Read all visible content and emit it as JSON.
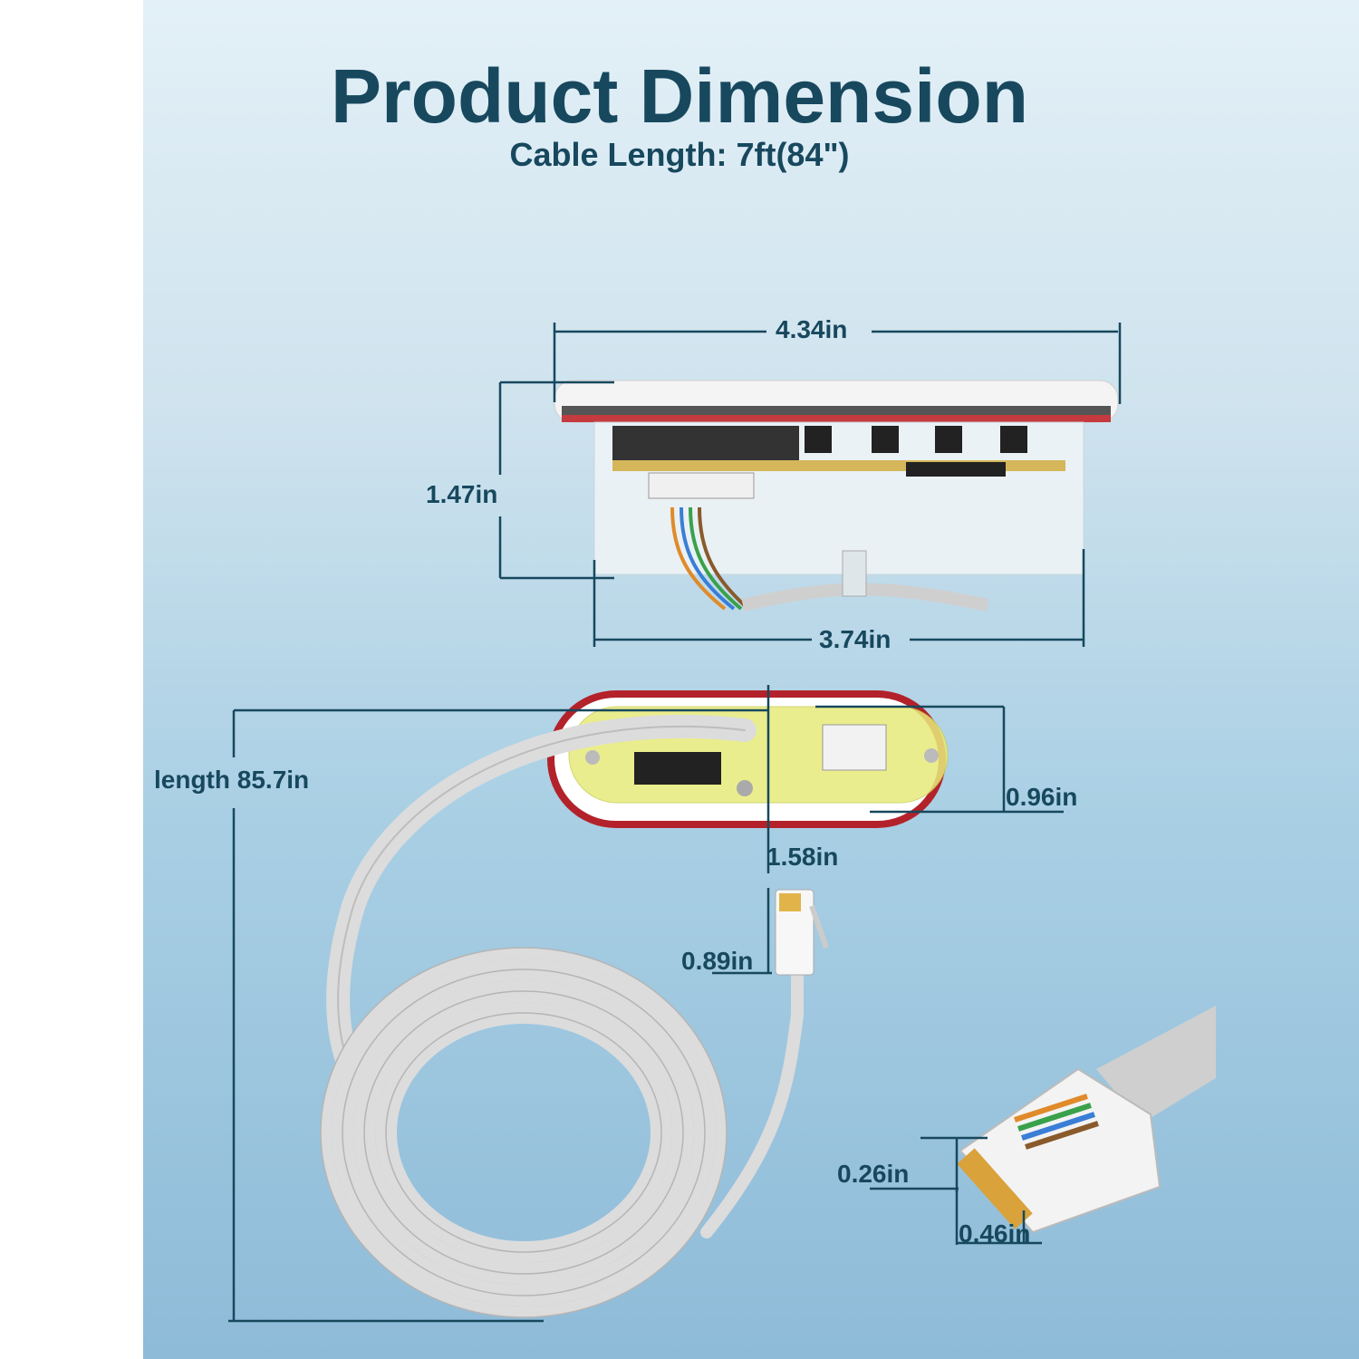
{
  "header": {
    "title": "Product Dimension",
    "subtitle": "Cable Length: 7ft(84\")"
  },
  "dimensions": {
    "top_width": "4.34in",
    "height": "1.47in",
    "bottom_width": "3.74in",
    "cable_length": "length 85.7in",
    "oval_height": "0.96in",
    "oval_width": "1.58in",
    "plug_small": "0.89in",
    "plug_height": "0.26in",
    "plug_width": "0.46in"
  },
  "colors": {
    "text": "#17485e",
    "background": "#cfe3ee",
    "casing_red": "#b3222a",
    "pcb_yellow": "#e7eb7a",
    "cable_gray": "#dcdcdc"
  }
}
